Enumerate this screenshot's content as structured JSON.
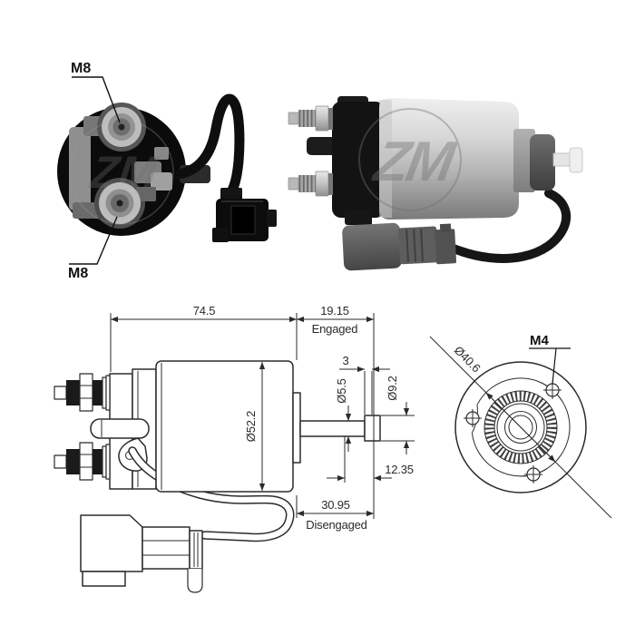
{
  "product_image": {
    "background_color": "#ffffff",
    "line_color": "#2b2b2b",
    "dim_text_color": "#2a2a2a",
    "watermark": {
      "text": "ZM",
      "color": "#777777"
    },
    "rear_view": {
      "top_terminal_label": "M8",
      "bottom_terminal_label": "M8"
    },
    "photo": {
      "watermark_text": "ZM"
    },
    "side_drawing": {
      "length_overall": "74.5",
      "engaged_extension": "19.15",
      "engaged_label": "Engaged",
      "pin_step_length": "3",
      "pin_diameter": "Ø5.5",
      "pin_tip_diameter": "Ø9.2",
      "body_diameter": "Ø52.2",
      "tip_to_face": "12.35",
      "disengaged_extension": "30.95",
      "disengaged_label": "Disengaged"
    },
    "end_view": {
      "bolt_circle_diameter": "Ø40.6",
      "mounting_hole_thread": "M4"
    }
  }
}
